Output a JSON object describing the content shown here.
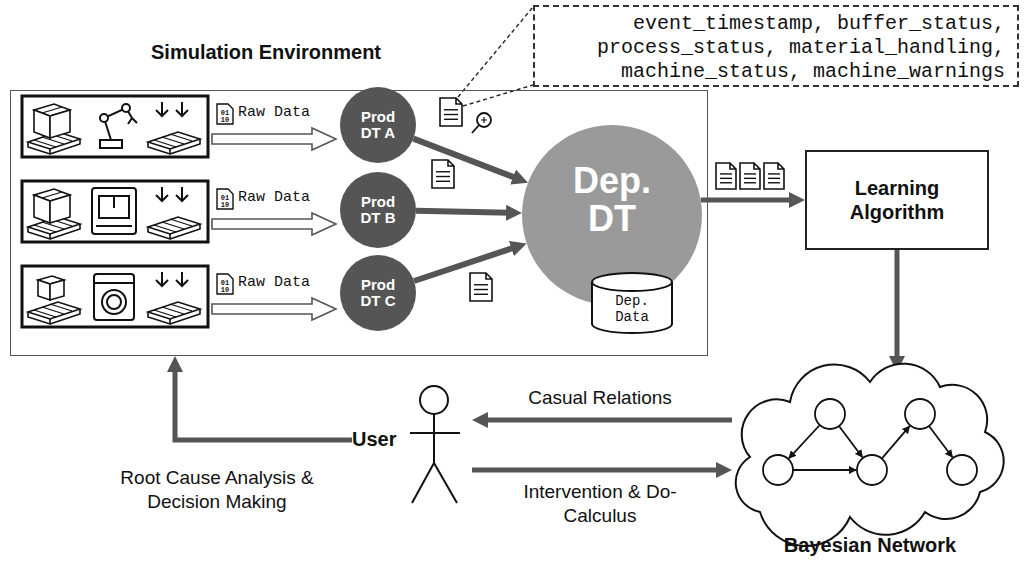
{
  "diagram": {
    "nodes": [
      {
        "text": [
          "Simulation Environment"
        ]
      },
      {
        "text": [
          "Prod DT A"
        ],
        "in": 0
      },
      {
        "text": [
          "Prod DT B"
        ],
        "in": 0
      },
      {
        "text": [
          "Prod DT C"
        ],
        "in": 0
      },
      {
        "text": [
          "Dep. DT"
        ],
        "in": 0
      },
      {
        "text": [
          "Dep. Data"
        ],
        "in": 0
      },
      {
        "text": [
          "event_timestamp, buffer_status, process_status, material_handling, machine_status, machine_warnings"
        ]
      },
      {
        "text": [
          "Learning Algorithm"
        ]
      },
      {
        "text": [
          "Bayesian Network"
        ]
      },
      {
        "text": [
          "User"
        ]
      }
    ],
    "edges": [
      {
        "from": 1,
        "to": 4,
        "arrow": "to"
      },
      {
        "from": 2,
        "to": 4,
        "arrow": "to"
      },
      {
        "from": 3,
        "to": 4,
        "arrow": "to"
      },
      {
        "from": 4,
        "to": 7,
        "arrow": "to"
      },
      {
        "from": 7,
        "to": 8,
        "arrow": "to"
      },
      {
        "from": 8,
        "to": 9,
        "label": "Casual Relations",
        "arrow": "to"
      },
      {
        "from": 9,
        "to": 8,
        "label": "Intervention & Do-Calculus",
        "arrow": "to"
      },
      {
        "from": 9,
        "to": 0,
        "label": "Root Cause Analysis & Decision Making",
        "arrow": "to"
      }
    ],
    "labels": [
      "01 10",
      "Raw Data",
      "01 10",
      "Raw Data",
      "01 10",
      "Raw Data"
    ]
  }
}
